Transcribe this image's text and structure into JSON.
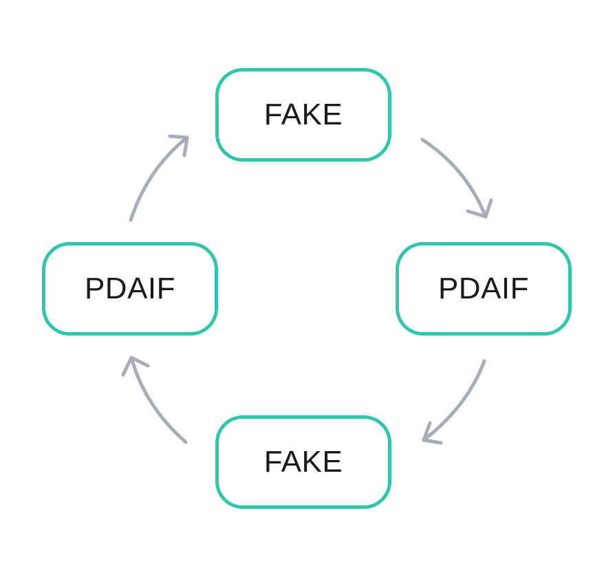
{
  "diagram": {
    "nodes": {
      "top": "FAKE",
      "right": "PDAIF",
      "bottom": "FAKE",
      "left": "PDAIF"
    },
    "colors": {
      "node_border": "#2ec7ad",
      "arrow": "#a7adb6",
      "text": "#1a1a1a"
    },
    "flow": "clockwise"
  }
}
